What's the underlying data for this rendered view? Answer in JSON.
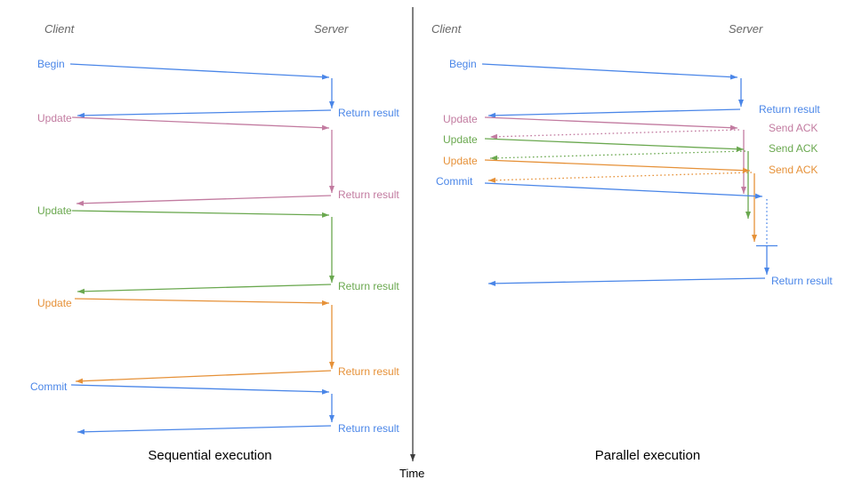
{
  "colors": {
    "blue": "#4a86e8",
    "pink": "#c27ba0",
    "green": "#6aa84f",
    "orange": "#e69138",
    "axis": "#3d3d3d",
    "heading": "#666666",
    "caption": "#000000"
  },
  "left": {
    "client_label": "Client",
    "server_label": "Server",
    "caption": "Sequential execution",
    "messages": [
      {
        "label": "Begin",
        "response": "Return result",
        "color": "blue"
      },
      {
        "label": "Update",
        "response": "Return result",
        "color": "pink"
      },
      {
        "label": "Update",
        "response": "Return result",
        "color": "green"
      },
      {
        "label": "Update",
        "response": "Return result",
        "color": "orange"
      },
      {
        "label": "Commit",
        "response": "Return result",
        "color": "blue"
      }
    ]
  },
  "right": {
    "client_label": "Client",
    "server_label": "Server",
    "caption": "Parallel execution",
    "messages": [
      {
        "label": "Begin",
        "response": "Return result",
        "color": "blue"
      },
      {
        "label": "Update",
        "response": "Send ACK",
        "color": "pink"
      },
      {
        "label": "Update",
        "response": "Send ACK",
        "color": "green"
      },
      {
        "label": "Update",
        "response": "Send ACK",
        "color": "orange"
      },
      {
        "label": "Commit",
        "response": "Return result",
        "color": "blue"
      }
    ]
  },
  "time_axis": {
    "label": "Time"
  }
}
